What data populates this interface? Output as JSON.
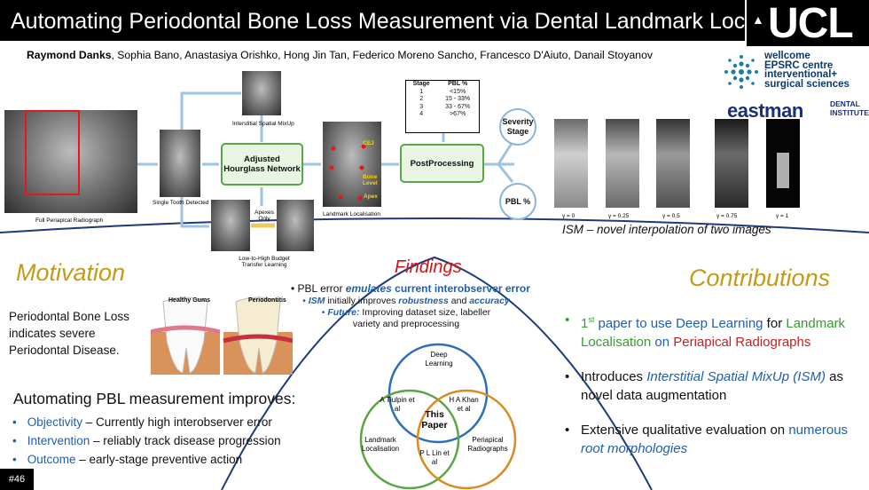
{
  "header": {
    "title": "Automating Periodontal Bone Loss Measurement via Dental Landmark Localisation",
    "logo_text": "UCL"
  },
  "authors": {
    "first": "Raymond Danks",
    "rest": ", Sophia Bano, Anastasiya Orishko, Hong Jin Tan, Federico Moreno Sancho, Francesco D'Aiuto, Danail Stoyanov"
  },
  "logos": {
    "wellcome": [
      "wellcome",
      "EPSRC centre",
      "interventional+",
      "surgical sciences"
    ],
    "eastman_name": "eastman",
    "eastman_inst": [
      "DENTAL",
      "INSTITUTE"
    ]
  },
  "pipeline": {
    "full_radiograph": "Full Periapical Radiograph",
    "single_tooth": "Single Tooth Detected",
    "ism_caption": "Interstitial Spatial MixUp",
    "network": "Adjusted Hourglass Network",
    "low_high": "Low-to-High Budget Transfer Learning",
    "apexes_only": "Apexes Only",
    "landmark_loc": "Landmark Localisation",
    "cej": "CEJ",
    "bone_level": "Bone Level",
    "apex": "Apex",
    "postprocessing": "PostProcessing",
    "severity": "Severity Stage",
    "pbl": "PBL %"
  },
  "stage_table": {
    "headers": [
      "Stage",
      "PBL %"
    ],
    "rows": [
      [
        "1",
        "<15%"
      ],
      [
        "2",
        "15 - 33%"
      ],
      [
        "3",
        "33 - 67%"
      ],
      [
        "4",
        ">67%"
      ]
    ]
  },
  "ism": {
    "gammas": [
      "γ = 0",
      "γ = 0.25",
      "γ = 0.5",
      "γ = 0.75",
      "γ = 1"
    ],
    "title": "ISM – novel interpolation of two images"
  },
  "motivation": {
    "heading": "Motivation",
    "lines": [
      "Periodontal Bone Loss",
      "indicates severe",
      "Periodontal Disease."
    ],
    "healthy_label": "Healthy Gums",
    "perio_label": "Periodontitis",
    "improves": "Automating PBL measurement improves:",
    "bullets": [
      {
        "key": "Objectivity",
        "text": " – Currently high interobserver error"
      },
      {
        "key": "Intervention",
        "text": " – reliably track disease progression"
      },
      {
        "key": "Outcome",
        "text": " – early-stage preventive action"
      }
    ]
  },
  "findings": {
    "heading": "Findings",
    "l1_a": "PBL error ",
    "l1_b": "emulates",
    "l1_c": " current interobserver error",
    "l2_a": "ISM",
    "l2_b": " initially improves ",
    "l2_c": "robustness",
    "l2_d": " and ",
    "l2_e": "accuracy",
    "l3_a": "Future:",
    "l3_b": " Improving dataset size, labeller",
    "l4": "variety and preprocessing"
  },
  "venn": {
    "deep": "Deep Learning",
    "landmark": "Landmark Localisation",
    "periapical": "Periapical Radiographs",
    "center": "This Paper",
    "tiulpin": "A Tiulpin et al",
    "khan": "H A Khan et al",
    "lin": "P L Lin et al"
  },
  "contributions": {
    "heading": "Contributions",
    "c1_a": "1",
    "c1_sup": "st",
    "c1_b": " paper to use ",
    "c1_c": "Deep Learning",
    "c1_d": " for ",
    "c1_e": "Landmark Localisation",
    "c1_f": " on ",
    "c1_g": "Periapical Radiographs",
    "c2_a": "Introduces ",
    "c2_b": "Interstitial Spatial MixUp (ISM)",
    "c2_c": " as novel data augmentation",
    "c3_a": "Extensive qualitative evaluation on ",
    "c3_b": "numerous ",
    "c3_c": "root morphologies"
  },
  "badge": "#46"
}
